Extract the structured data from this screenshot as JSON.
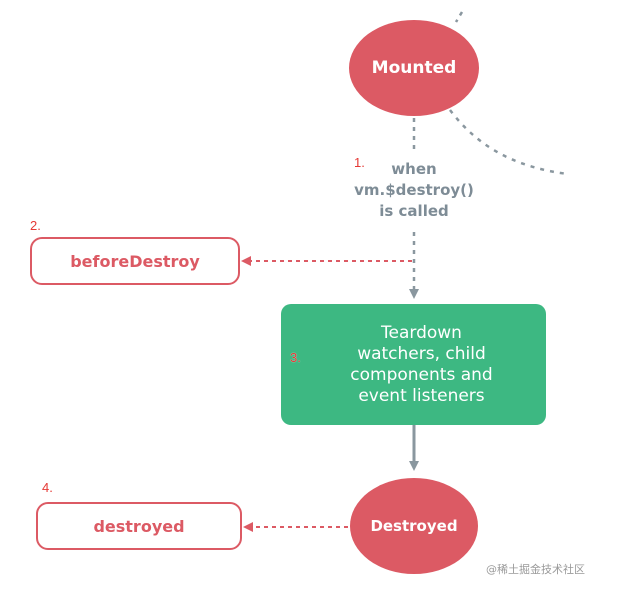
{
  "nodes": {
    "mounted": "Mounted",
    "before_destroy": "beforeDestroy",
    "teardown": [
      "Teardown",
      "watchers, child",
      "components and",
      "event listeners"
    ],
    "destroyed_circle": "Destroyed",
    "destroyed_hook": "destroyed"
  },
  "condition": [
    "when",
    "vm.$destroy()",
    "is called"
  ],
  "steps": [
    "1.",
    "2.",
    "3.",
    "4."
  ],
  "watermark": "@稀土掘金技术社区",
  "colors": {
    "lifecycle_red": "#dc5a64",
    "teardown_green": "#3db882",
    "connector_gray": "#8a979f",
    "step_label_red": "#e53935"
  }
}
